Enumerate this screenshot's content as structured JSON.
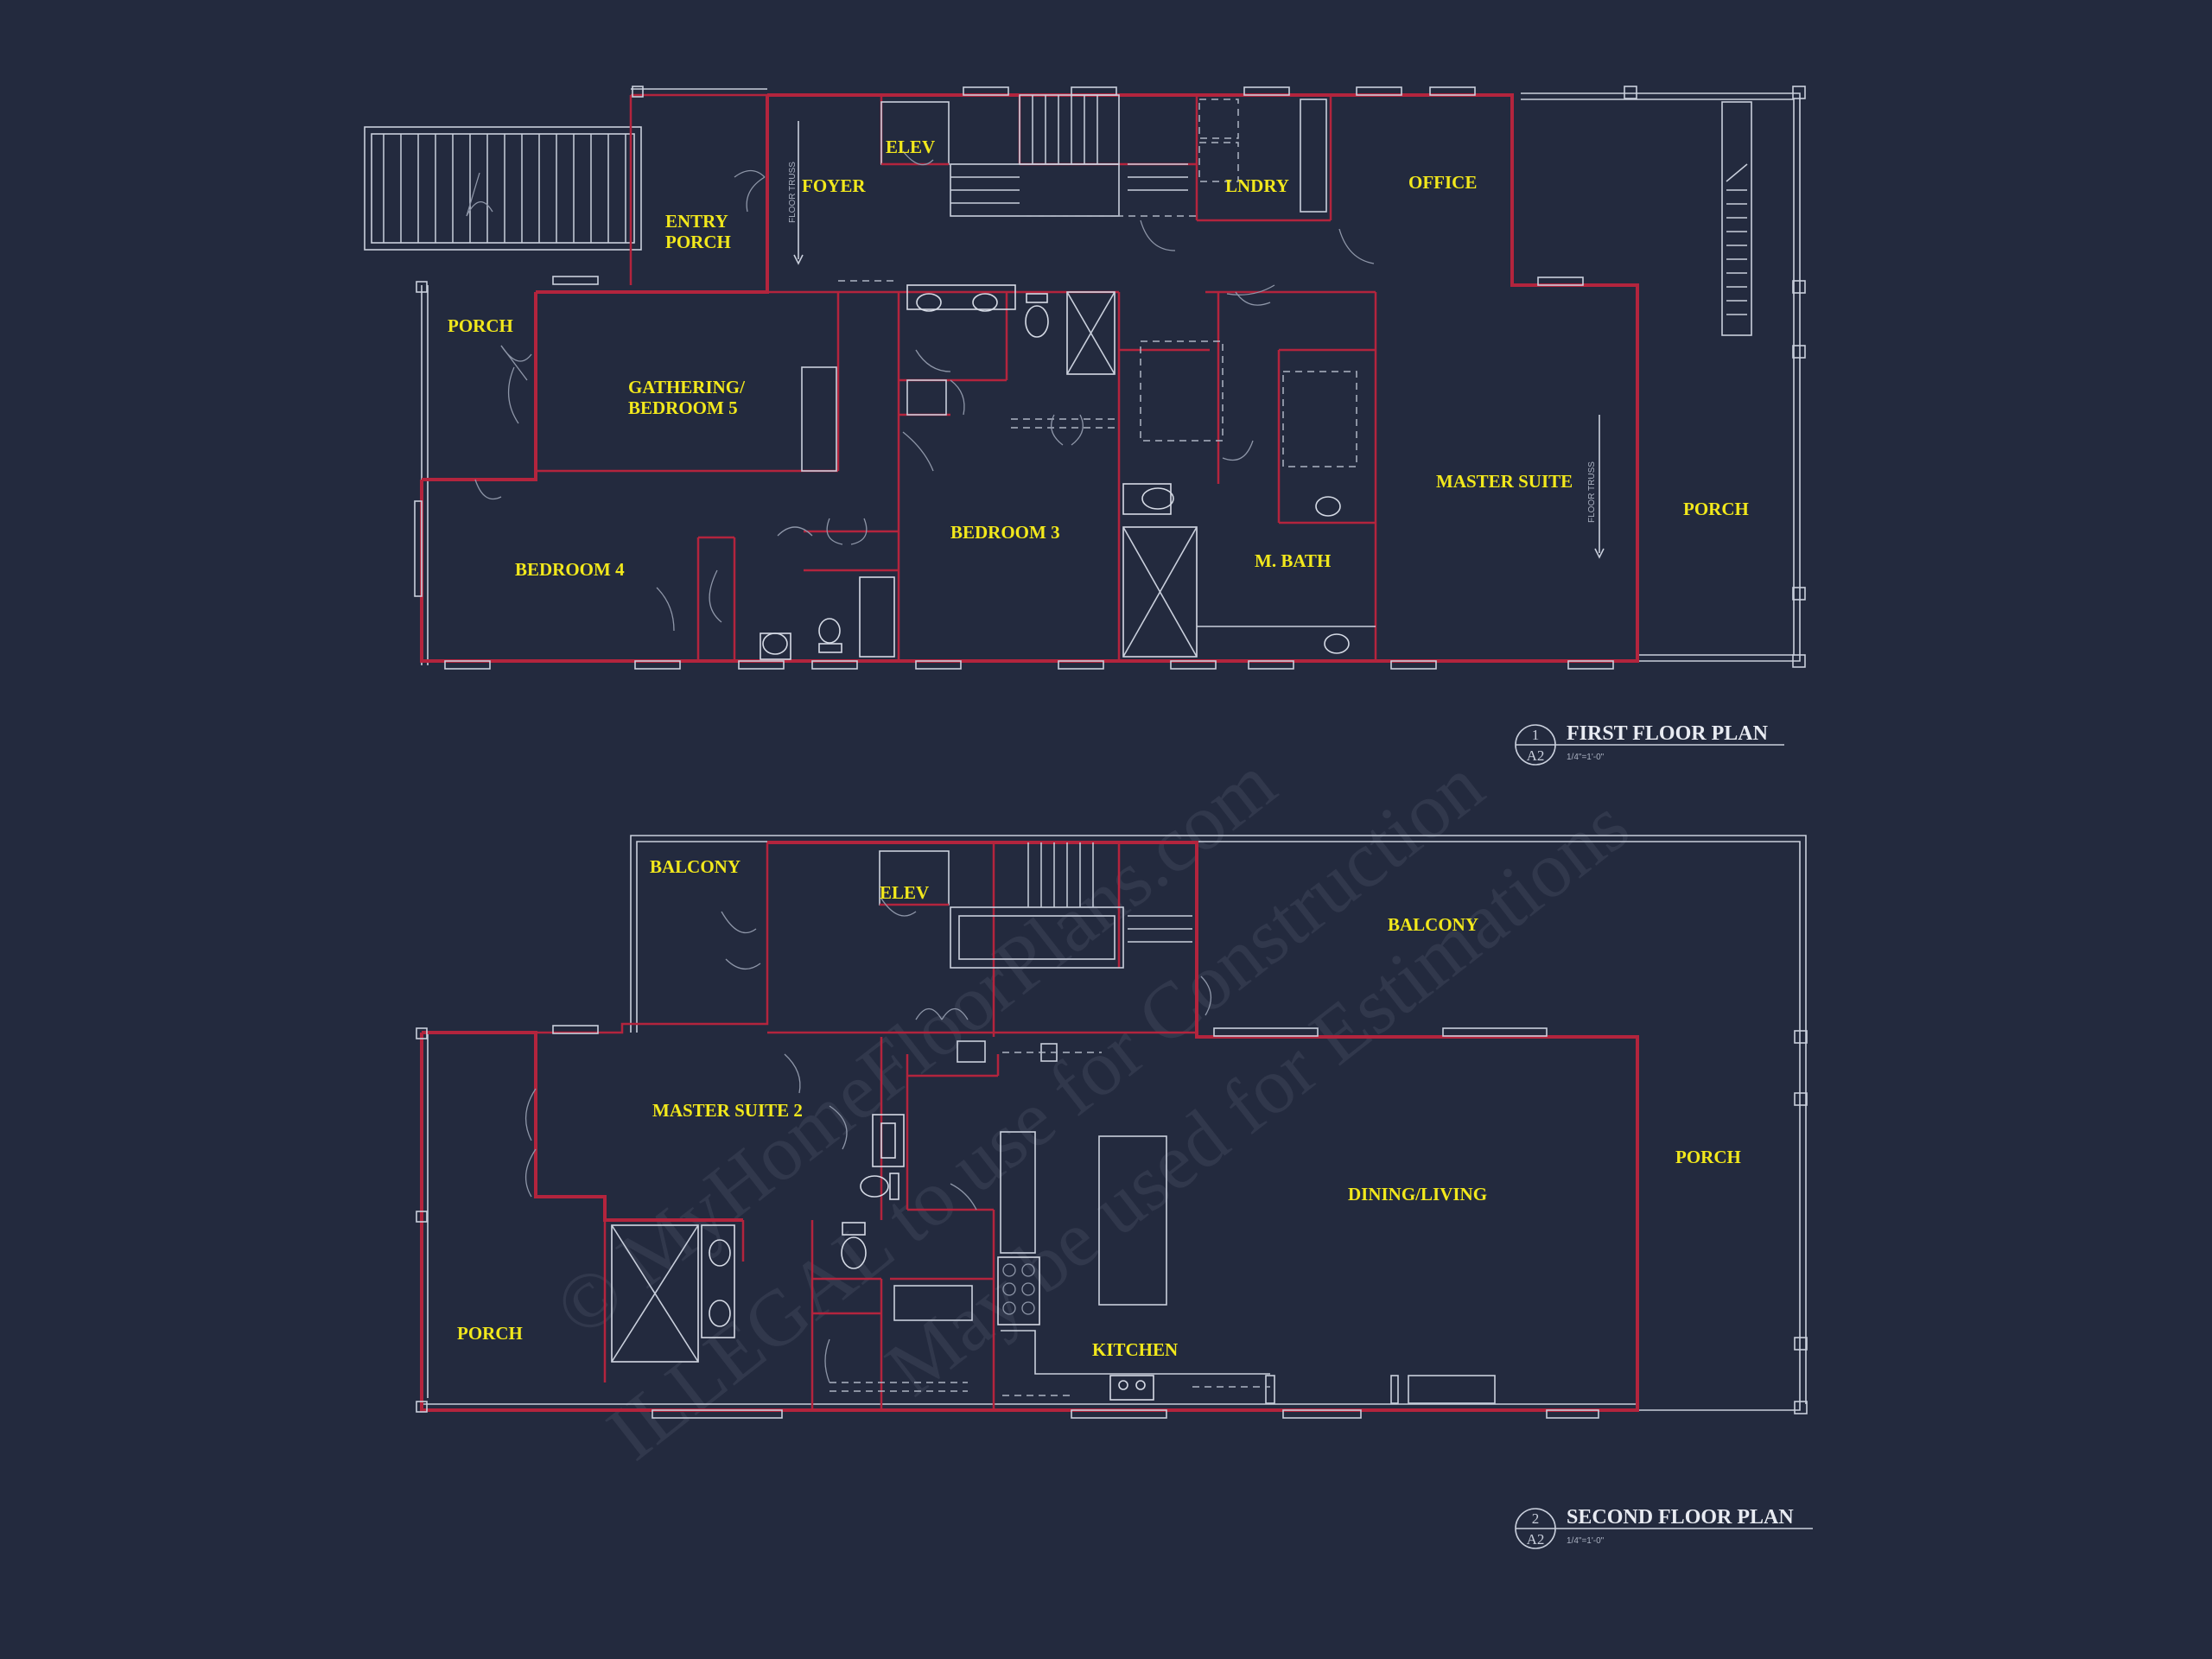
{
  "colors": {
    "background": "#232a3e",
    "wall": "#b3243d",
    "linework": "#c9cfdc",
    "room_label": "#f2e81c",
    "title": "#e8ebf2"
  },
  "watermark": {
    "line1": "© MyHomeFloorPlans.com",
    "line2": "ILLEGAL to use for Construction",
    "line3": "May be used for Estimations"
  },
  "first_floor": {
    "title": "FIRST FLOOR PLAN",
    "scale": "1/4\"=1'-0\"",
    "detail_number": "1",
    "sheet": "A2",
    "rooms": {
      "entry_porch_1": "ENTRY",
      "entry_porch_2": "PORCH",
      "foyer": "FOYER",
      "elev": "ELEV",
      "laundry": "LNDRY",
      "office": "OFFICE",
      "porch_west": "PORCH",
      "gathering_1": "GATHERING/",
      "gathering_2": "BEDROOM 5",
      "bedroom_4": "BEDROOM 4",
      "bedroom_3": "BEDROOM 3",
      "m_bath": "M. BATH",
      "master_suite": "MASTER SUITE",
      "porch_east": "PORCH"
    },
    "notes": {
      "floor_truss_a": "FLOOR TRUSS",
      "floor_truss_b": "FLOOR TRUSS"
    }
  },
  "second_floor": {
    "title": "SECOND FLOOR PLAN",
    "scale": "1/4\"=1'-0\"",
    "detail_number": "2",
    "sheet": "A2",
    "rooms": {
      "balcony_west": "BALCONY",
      "elev": "ELEV",
      "balcony_east": "BALCONY",
      "master_suite_2": "MASTER SUITE 2",
      "porch_east": "PORCH",
      "dining_living": "DINING/LIVING",
      "porch_west": "PORCH",
      "kitchen": "KITCHEN"
    }
  }
}
